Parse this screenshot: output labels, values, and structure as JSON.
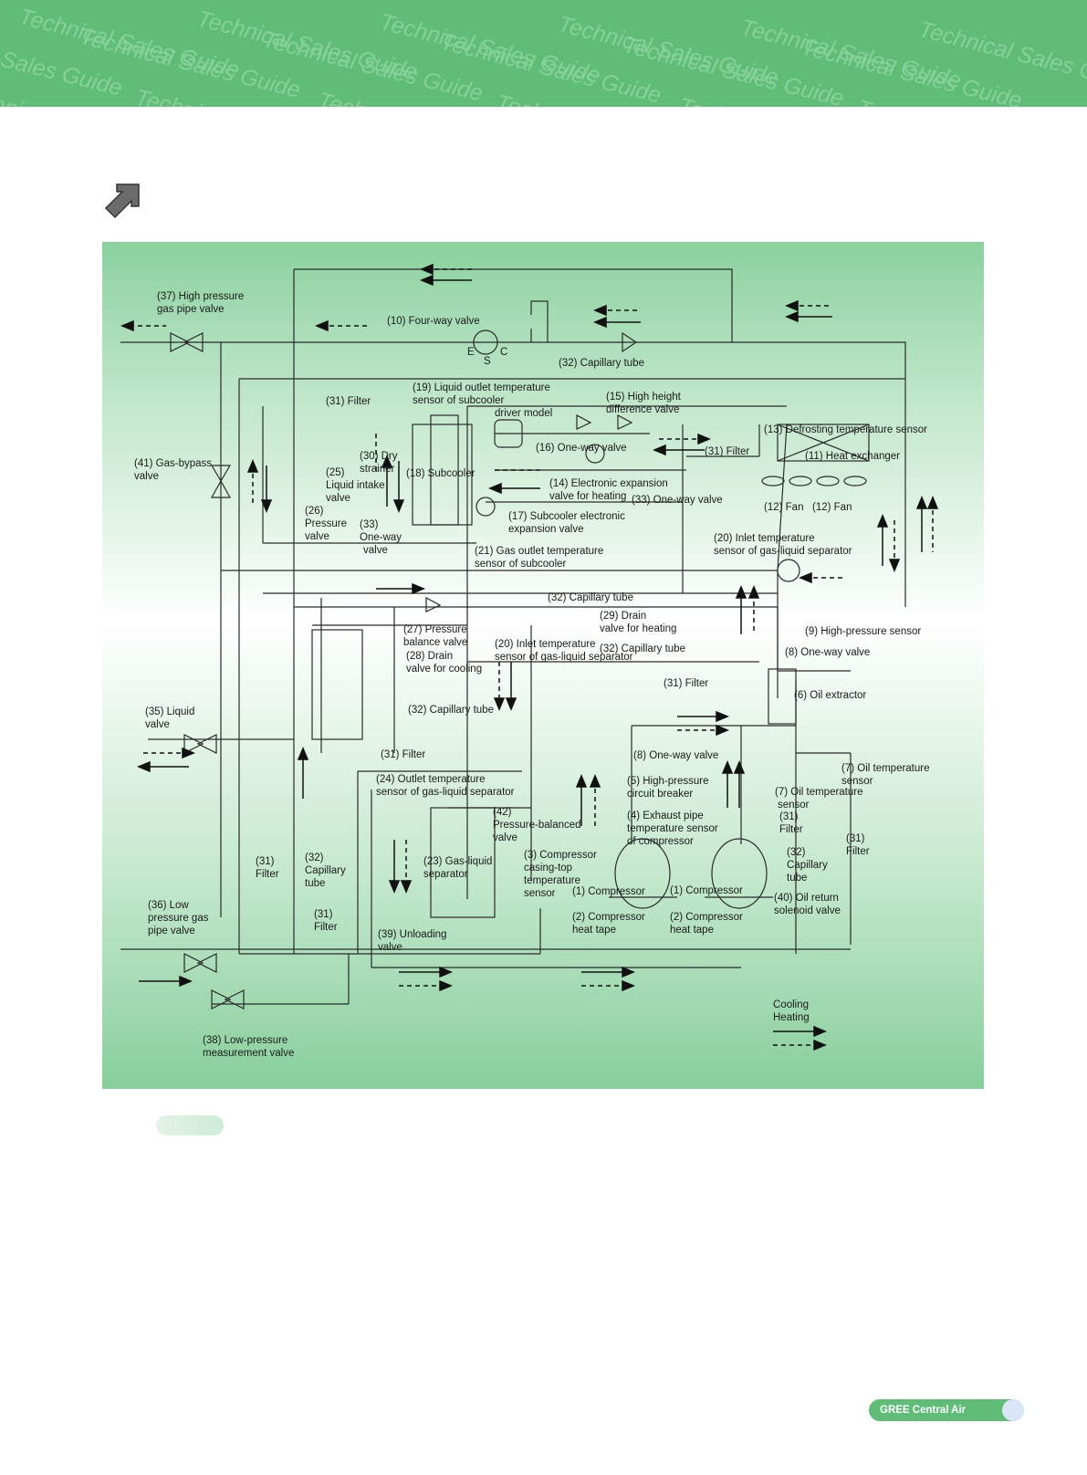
{
  "header": {
    "watermark_text": "Technical Sales Guide",
    "colors": {
      "banner": "#5fbd78",
      "panel_top": "#8bd19e",
      "panel_bottom": "#88cf9b"
    }
  },
  "section_icon": "arrow-right-up-icon",
  "diagram": {
    "labels": {
      "l37": "(37) High pressure",
      "l37b": "gas pipe valve",
      "l10": "(10) Four-way valve",
      "l32a": "(32) Capillary tube",
      "l31a": "(31) Filter",
      "l19": "(19) Liquid outlet temperature",
      "l19b": "sensor of subcooler",
      "l19c": "driver model",
      "l15": "(15) High height",
      "l15b": "difference valve",
      "l13": "(13) Defrosting temperature sensor",
      "l30": "(30) Dry",
      "l30b": "strainer",
      "l41": "(41) Gas-bypass",
      "l41b": "valve",
      "l25": "(25)",
      "l25b": "Liquid intake",
      "l25c": "valve",
      "l18": "(18) Subcooler",
      "l16": "(16) One-way valve",
      "l31b": "(31) Filter",
      "l11": "(11) Heat exchanger",
      "l14": "(14) Electronic expansion",
      "l14b": "valve for heating",
      "l33a": "(33) One-way valve",
      "l12a": "(12) Fan",
      "l12b": "(12) Fan",
      "l26": "(26)",
      "l26b": "Pressure",
      "l26c": "valve",
      "l33b": "(33)",
      "l33c": "One-way",
      "l33d": "valve",
      "l17": "(17) Subcooler electronic",
      "l17b": "expansion valve",
      "l20a": "(20) Inlet temperature",
      "l20ab": "sensor of gas-liquid separator",
      "l21": "(21) Gas outlet temperature",
      "l21b": "sensor of subcooler",
      "l32b": "(32) Capillary tube",
      "l29": "(29) Drain",
      "l29b": "valve for heating",
      "l27": "(27) Pressure",
      "l27b": "balance valve",
      "l20b": "(20) Inlet temperature",
      "l20bb": "sensor of gas-liquid separator",
      "l32c": "(32) Capillary tube",
      "l9": "(9) High-pressure sensor",
      "l8a": "(8) One-way valve",
      "l28": "(28) Drain",
      "l28b": "valve for cooling",
      "l31c": "(31) Filter",
      "l6": "(6) Oil extractor",
      "l35": "(35) Liquid",
      "l35b": "valve",
      "l32d": "(32) Capillary tube",
      "l31d": "(31) Filter",
      "l8b": "(8) One-way valve",
      "l7a": "(7) Oil temperature",
      "l7ab": "sensor",
      "l24": "(24) Outlet temperature",
      "l24b": "sensor of gas-liquid separator",
      "l5": "(5) High-pressure",
      "l5b": "circuit breaker",
      "l7b": "(7) Oil temperature",
      "l7bb": "sensor",
      "l42": "(42)",
      "l42b": "Pressure-balanced",
      "l42c": "valve",
      "l4": "(4) Exhaust pipe",
      "l4b": "temperature sensor",
      "l4c": "of compressor",
      "l31e": "(31)",
      "l31eb": "Filter",
      "l31f": "(31)",
      "l31fb": "Filter",
      "l31g": "(31)",
      "l31gb": "Filter",
      "l32e": "(32)",
      "l32eb": "Capillary",
      "l32ec": "tube",
      "l32f": "(32)",
      "l32fb": "Capillary",
      "l32fc": "tube",
      "l23": "(23) Gas-liquid",
      "l23b": "separator",
      "l3": "(3) Compressor",
      "l3b": "casing-top",
      "l3c": "temperature",
      "l3d": "sensor",
      "l1a": "(1) Compressor",
      "l1b": "(1) Compressor",
      "l2a": "(2) Compressor",
      "l2ab": "heat tape",
      "l2b": "(2) Compressor",
      "l2bb": "heat tape",
      "l40": "(40) Oil return",
      "l40b": "solenoid valve",
      "l36": "(36) Low",
      "l36b": "pressure gas",
      "l36c": "pipe valve",
      "l31h": "(31)",
      "l31hb": "Filter",
      "l39": "(39) Unloading",
      "l39b": "valve",
      "l38": "(38) Low-pressure",
      "l38b": "measurement valve",
      "port_e": "E",
      "port_s": "S",
      "port_c": "C"
    },
    "legend": {
      "cooling": "Cooling",
      "heating": "Heating"
    }
  },
  "footer": {
    "brand": "GREE Central Air Conditioners"
  }
}
